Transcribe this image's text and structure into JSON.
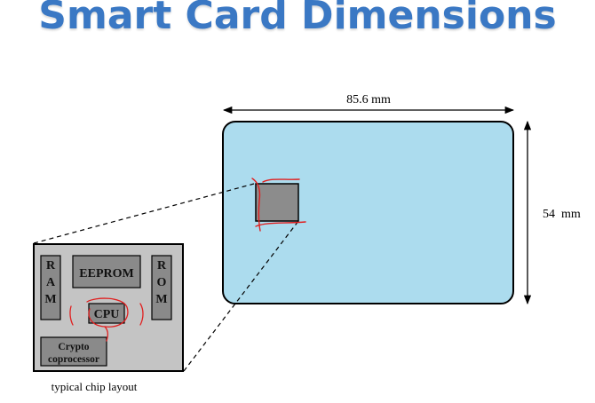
{
  "slide": {
    "title": "Smart Card Dimensions"
  },
  "card": {
    "width_label": "85.6 mm",
    "height_label": "54  mm",
    "fill_color": "#acdcee"
  },
  "chip": {
    "fill_color": "#8c8c8c",
    "annotation_color": "#e02020"
  },
  "chip_layout": {
    "blocks": {
      "ram": [
        "R",
        "A",
        "M"
      ],
      "eeprom": "EEPROM",
      "rom": [
        "R",
        "O",
        "M"
      ],
      "cpu": "CPU",
      "crypto": [
        "Crypto",
        "coprocessor"
      ]
    },
    "caption": "typical chip layout",
    "background_color": "#c4c4c4",
    "block_color": "#8a8a8a"
  }
}
